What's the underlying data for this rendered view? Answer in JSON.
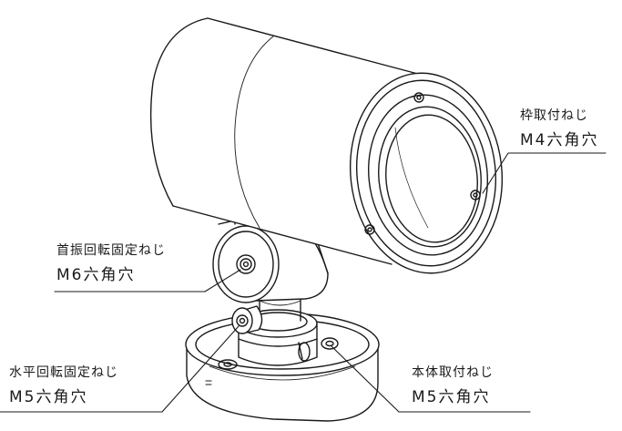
{
  "callouts": {
    "frame_screw": {
      "name": "枠取付ねじ",
      "size": "M4六角穴"
    },
    "neck_swivel_screw": {
      "name": "首振回転固定ねじ",
      "size": "M6六角穴"
    },
    "horizontal_swivel_screw": {
      "name": "水平回転固定ねじ",
      "size": "M5六角穴"
    },
    "body_mount_screw": {
      "name": "本体取付ねじ",
      "size": "M5六角穴"
    }
  },
  "colors": {
    "line": "#1a1a1a",
    "background": "#ffffff"
  }
}
